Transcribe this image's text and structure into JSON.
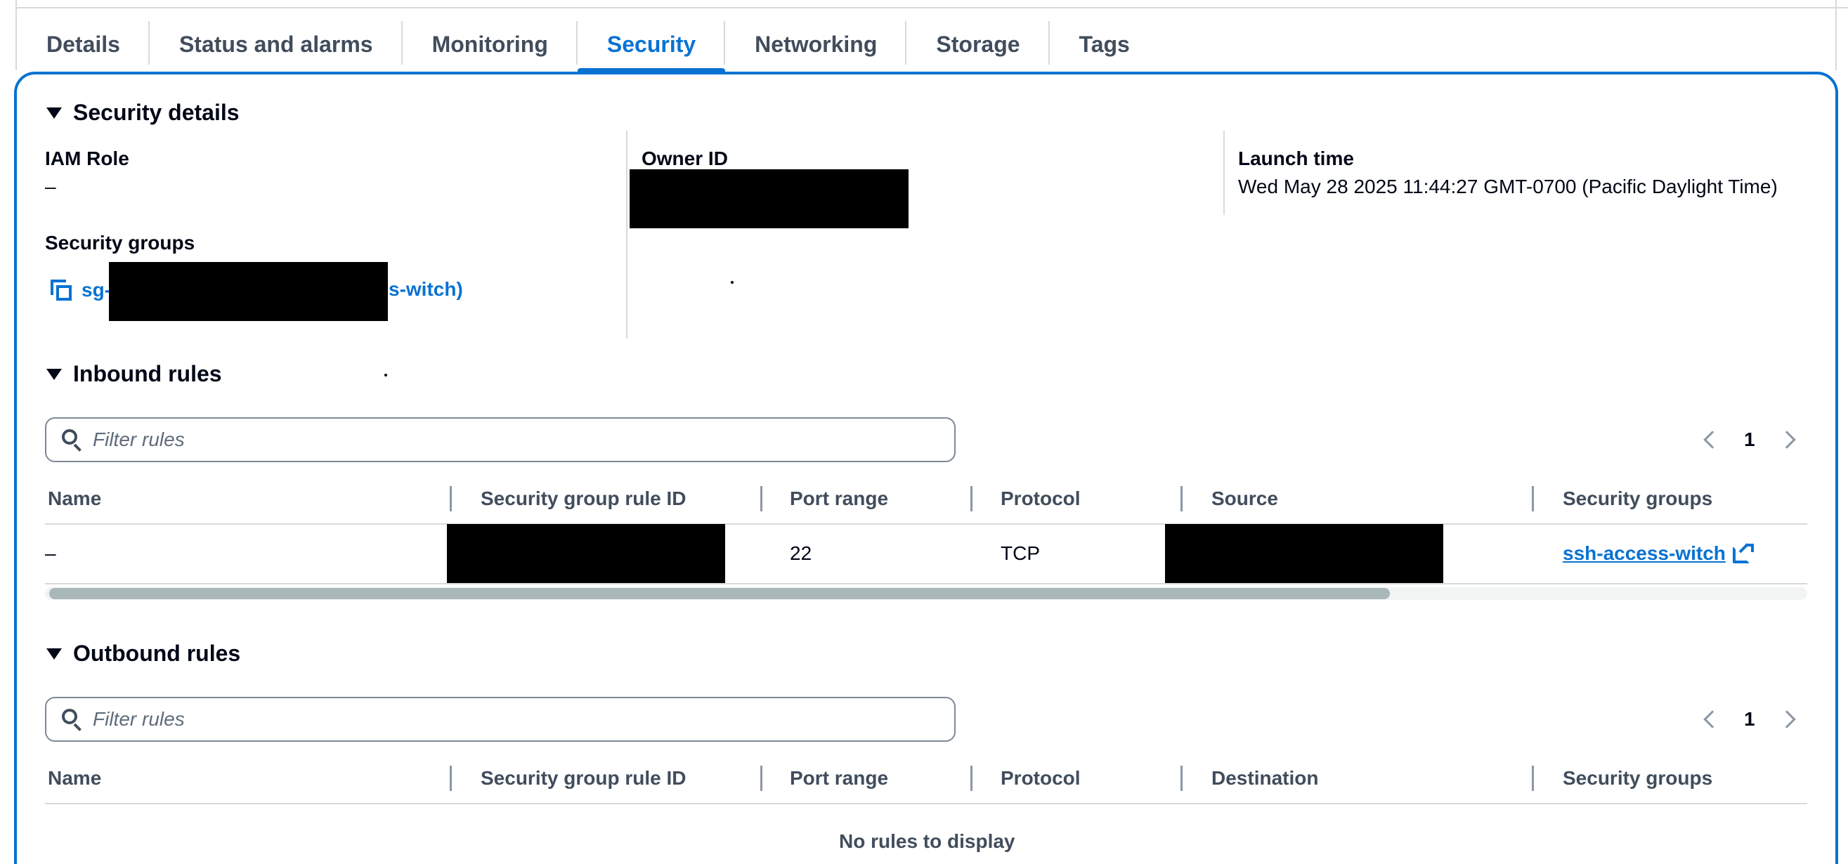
{
  "tabs": [
    {
      "label": "Details",
      "active": false
    },
    {
      "label": "Status and alarms",
      "active": false
    },
    {
      "label": "Monitoring",
      "active": false
    },
    {
      "label": "Security",
      "active": true
    },
    {
      "label": "Networking",
      "active": false
    },
    {
      "label": "Storage",
      "active": false
    },
    {
      "label": "Tags",
      "active": false
    }
  ],
  "security_details": {
    "title": "Security details",
    "iam_role_label": "IAM Role",
    "iam_role_value": "–",
    "owner_id_label": "Owner ID",
    "launch_time_label": "Launch time",
    "launch_time_value": "Wed May 28 2025 11:44:27 GMT-0700 (Pacific Daylight Time)",
    "security_groups_label": "Security groups",
    "sg_prefix": "sg-",
    "sg_suffix": "s-witch)"
  },
  "inbound": {
    "title": "Inbound rules",
    "filter_placeholder": "Filter rules",
    "page": "1",
    "columns": [
      "Name",
      "Security group rule ID",
      "Port range",
      "Protocol",
      "Source",
      "Security groups"
    ],
    "rows": [
      {
        "name": "–",
        "port_range": "22",
        "protocol": "TCP",
        "security_group": "ssh-access-witch"
      }
    ]
  },
  "outbound": {
    "title": "Outbound rules",
    "filter_placeholder": "Filter rules",
    "page": "1",
    "columns": [
      "Name",
      "Security group rule ID",
      "Port range",
      "Protocol",
      "Destination",
      "Security groups"
    ],
    "empty_text": "No rules to display"
  },
  "colors": {
    "accent": "#0972d3",
    "text": "#000716",
    "muted": "#414d5c",
    "border": "#d5dbdb"
  }
}
